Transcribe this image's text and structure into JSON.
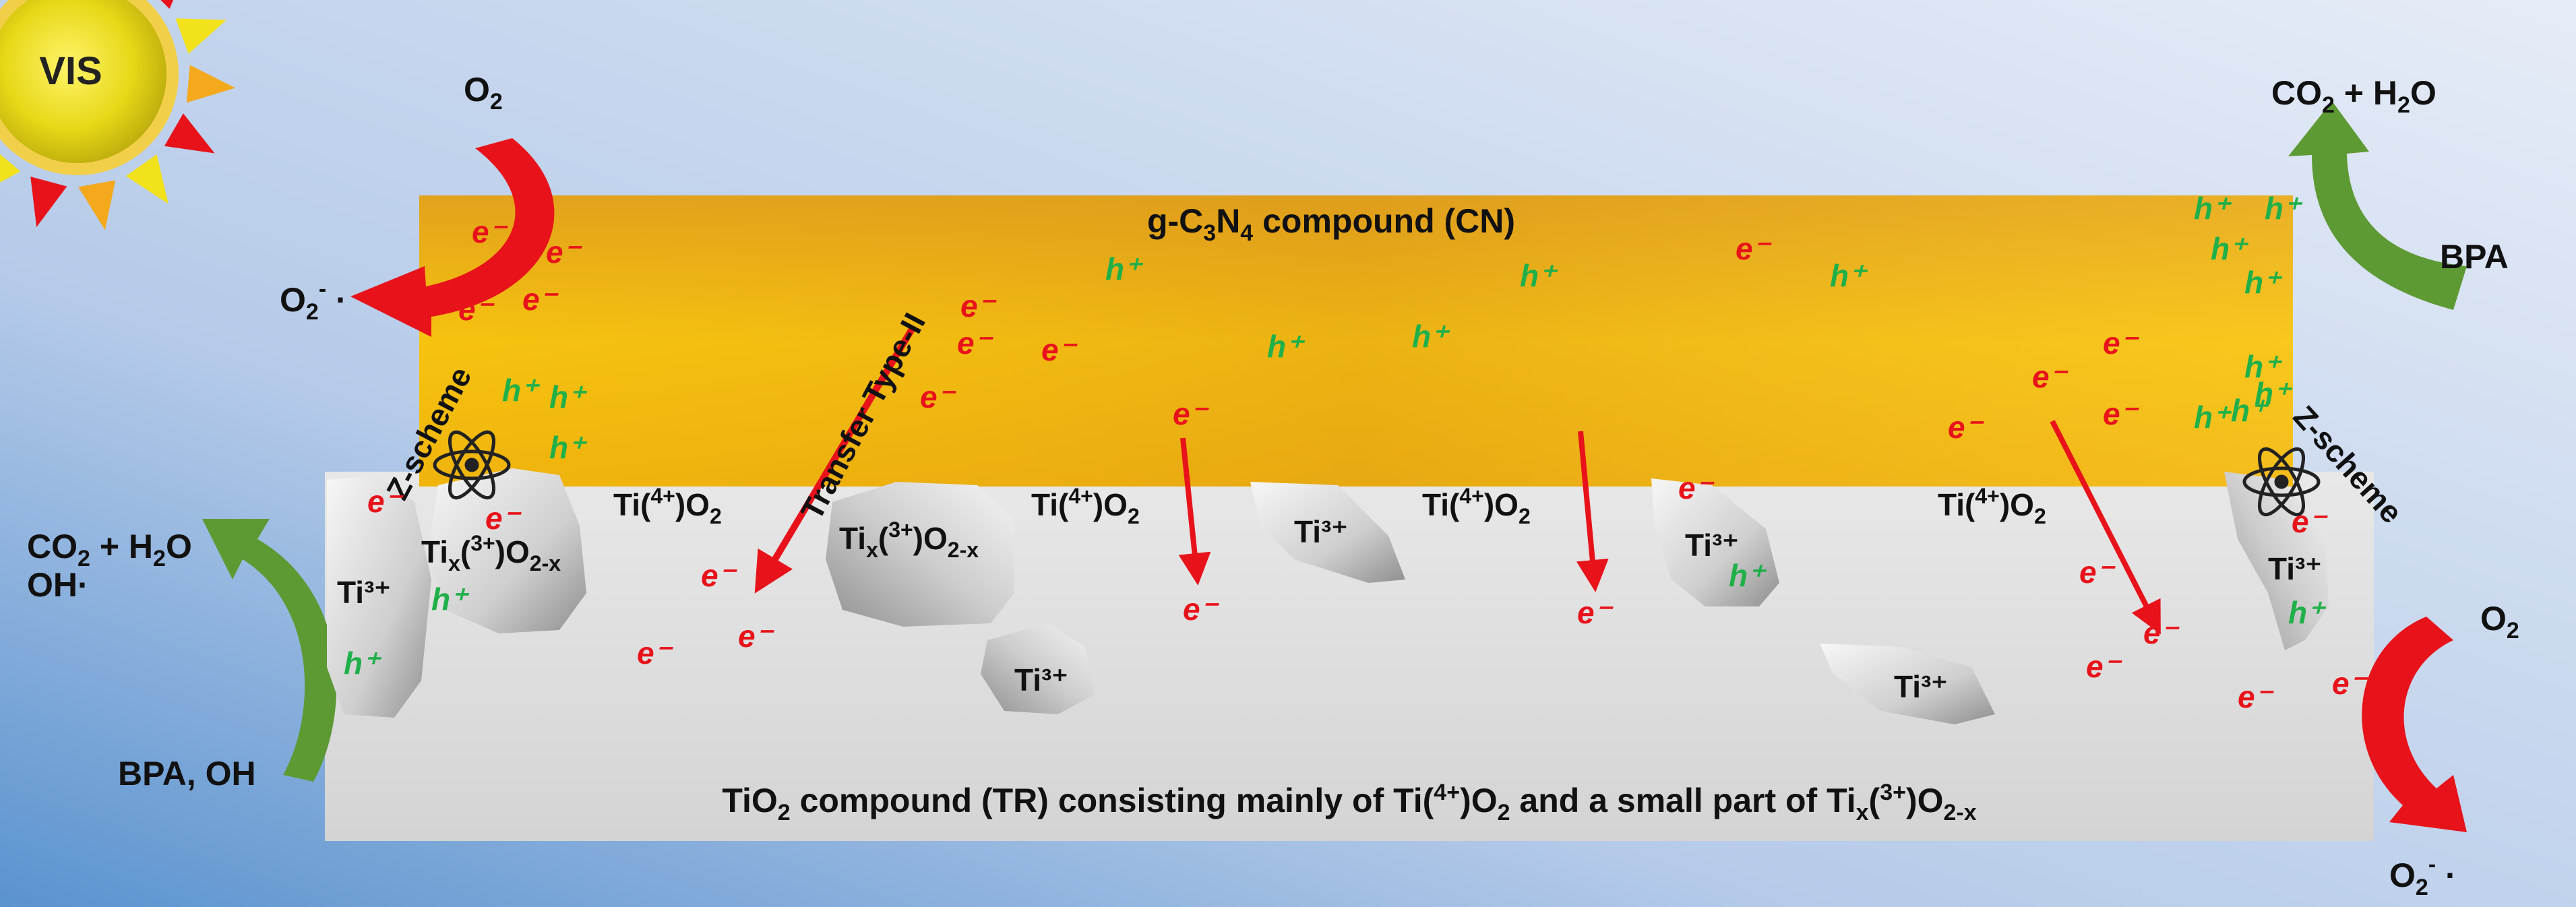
{
  "light": "VIS",
  "top_band": {
    "pre": "g-C",
    "sub1": "3",
    "mid": "N",
    "sub2": "4",
    "post": " compound (CN)"
  },
  "bottom_band": {
    "pre": "TiO",
    "sub1": "2",
    "mid": " compound (TR) consisting mainly of Ti(",
    "sup1": "4+",
    "mid2": ")O",
    "sub2": "2",
    "mid3": " and a small part of Ti",
    "sub3": "x",
    "mid4": "(",
    "sup2": "3+",
    "mid5": ")O",
    "sub4": "2-x"
  },
  "oxygen": {
    "pre": "O",
    "sub": "2"
  },
  "superoxide": {
    "pre": "O",
    "sub": "2",
    "sup": "-",
    "post": " ·"
  },
  "co2_water": {
    "pre": "CO",
    "sub": "2",
    "post": " + H",
    "sub2": "2",
    "post2": "O"
  },
  "hydroxyl": "OH·",
  "bpa": "BPA",
  "bpa_oh": "BPA, OH",
  "electron": "e⁻",
  "electron_plain": "e",
  "electron_minus": "-",
  "hole": "h⁺",
  "ti3": "Ti³⁺",
  "ti4": {
    "pre": "Ti(",
    "sup": "4+",
    "post": ")O",
    "sub": "2"
  },
  "tix": {
    "pre": "Ti",
    "sub": "x",
    "mid": "(",
    "sup": "3+",
    "post": ")O",
    "sub2": "2-x"
  },
  "z_scheme": "Z-scheme",
  "transfer": "Transfer Type-II",
  "colors": {
    "electron": "#e8121a",
    "hole": "#20b04a",
    "band_top": "#f2c012",
    "band_bottom": "#d9d9d9",
    "bg_sky": "#c8d6ee",
    "arrow_red": "#e8121a",
    "arrow_green": "#5e9a34"
  }
}
